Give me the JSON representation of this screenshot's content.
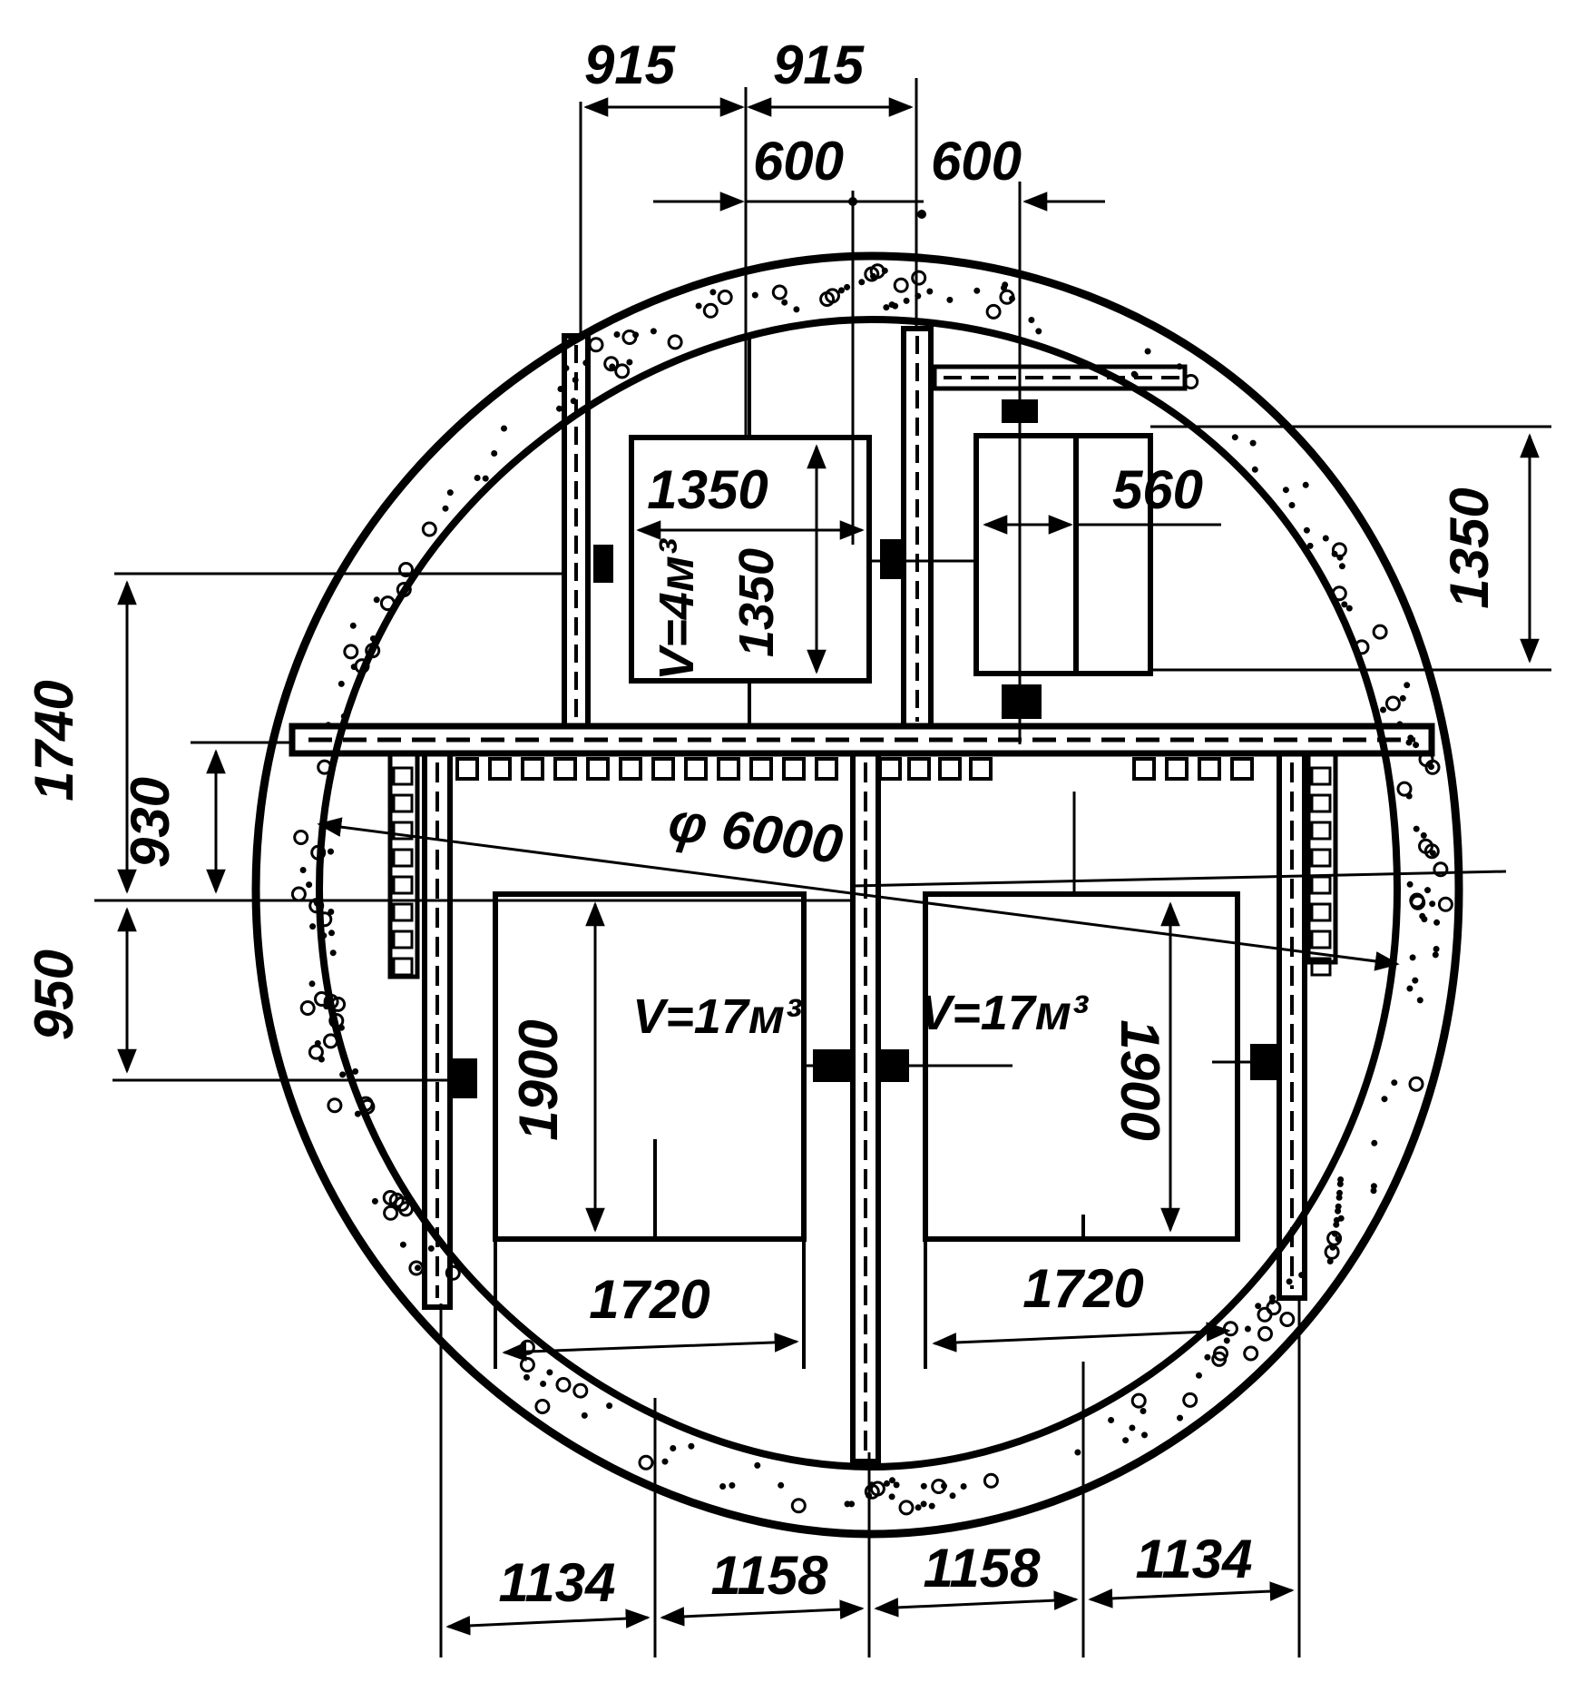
{
  "dimensions": {
    "top_left_915": "915",
    "top_right_915": "915",
    "top_left_600": "600",
    "top_right_600": "600",
    "shaft_diameter": "φ 6000",
    "left_1740": "1740",
    "left_930": "930",
    "left_950": "950",
    "right_1350": "1350",
    "small_tank_width": "1350",
    "small_tank_height": "1350",
    "small_tank_volume": "V=4м³",
    "right_tank_width": "560",
    "left_big_tank_volume": "V=17м³",
    "right_big_tank_volume": "V=17м³",
    "left_big_tank_height": "1900",
    "right_big_tank_height": "1900",
    "left_big_tank_width": "1720",
    "right_big_tank_width": "1720",
    "bottom_1": "1134",
    "bottom_2": "1158",
    "bottom_3": "1158",
    "bottom_4": "1134"
  },
  "colors": {
    "ink": "#000000",
    "paper": "#ffffff"
  }
}
